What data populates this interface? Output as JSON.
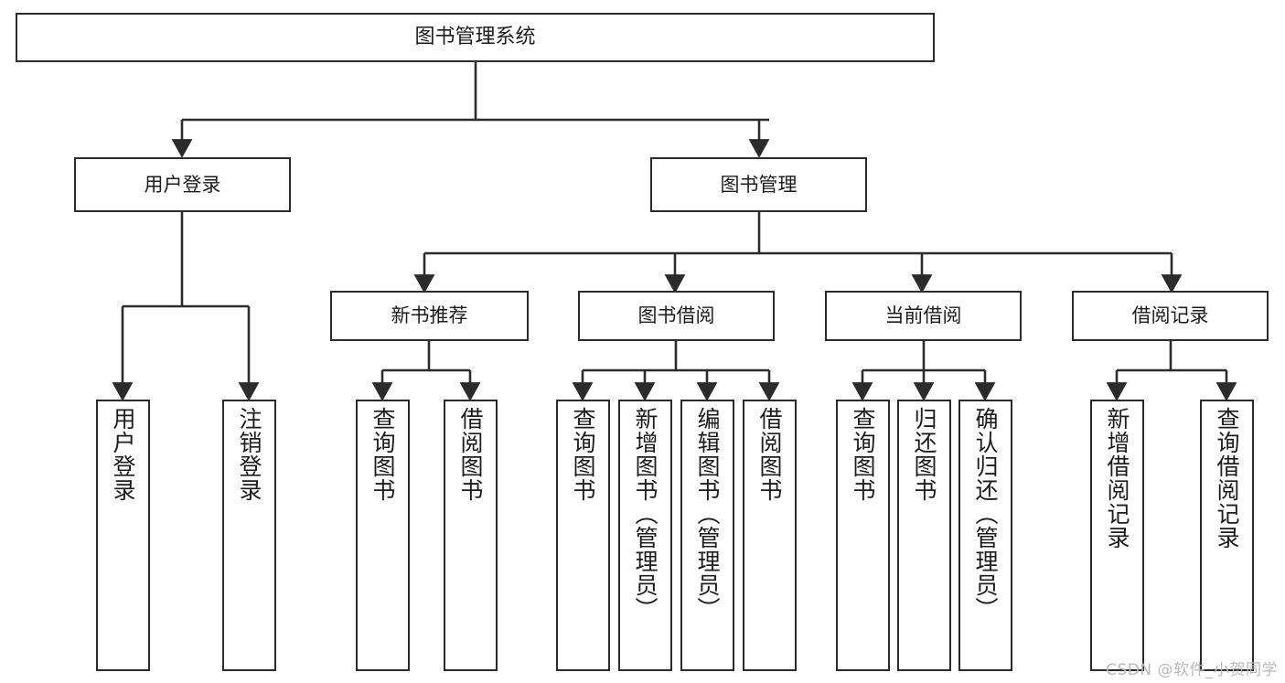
{
  "diagram": {
    "title": "图书管理系统",
    "watermark": "CSDN @软件_小贺同学",
    "colors": {
      "stroke": "#2b2b2b",
      "fill": "#ffffff",
      "text": "#1c1c1c",
      "watermark": "#b9b9b9"
    },
    "levels": {
      "root": {
        "label": "图书管理系统"
      },
      "level1": [
        {
          "label": "用户登录"
        },
        {
          "label": "图书管理"
        }
      ],
      "level2": [
        {
          "label": "新书推荐"
        },
        {
          "label": "图书借阅"
        },
        {
          "label": "当前借阅"
        },
        {
          "label": "借阅记录"
        }
      ],
      "leaves": {
        "user_login": [
          {
            "label": "用户登录"
          },
          {
            "label": "注销登录"
          }
        ],
        "new_book": [
          {
            "label": "查询图书"
          },
          {
            "label": "借阅图书"
          }
        ],
        "book_borrow": [
          {
            "label": "查询图书"
          },
          {
            "label": "新增图书（管理员）"
          },
          {
            "label": "编辑图书（管理员）"
          },
          {
            "label": "借阅图书"
          }
        ],
        "current_borrow": [
          {
            "label": "查询图书"
          },
          {
            "label": "归还图书"
          },
          {
            "label": "确认归还（管理员）"
          }
        ],
        "borrow_record": [
          {
            "label": "新增借阅记录"
          },
          {
            "label": "查询借阅记录"
          }
        ]
      }
    }
  }
}
